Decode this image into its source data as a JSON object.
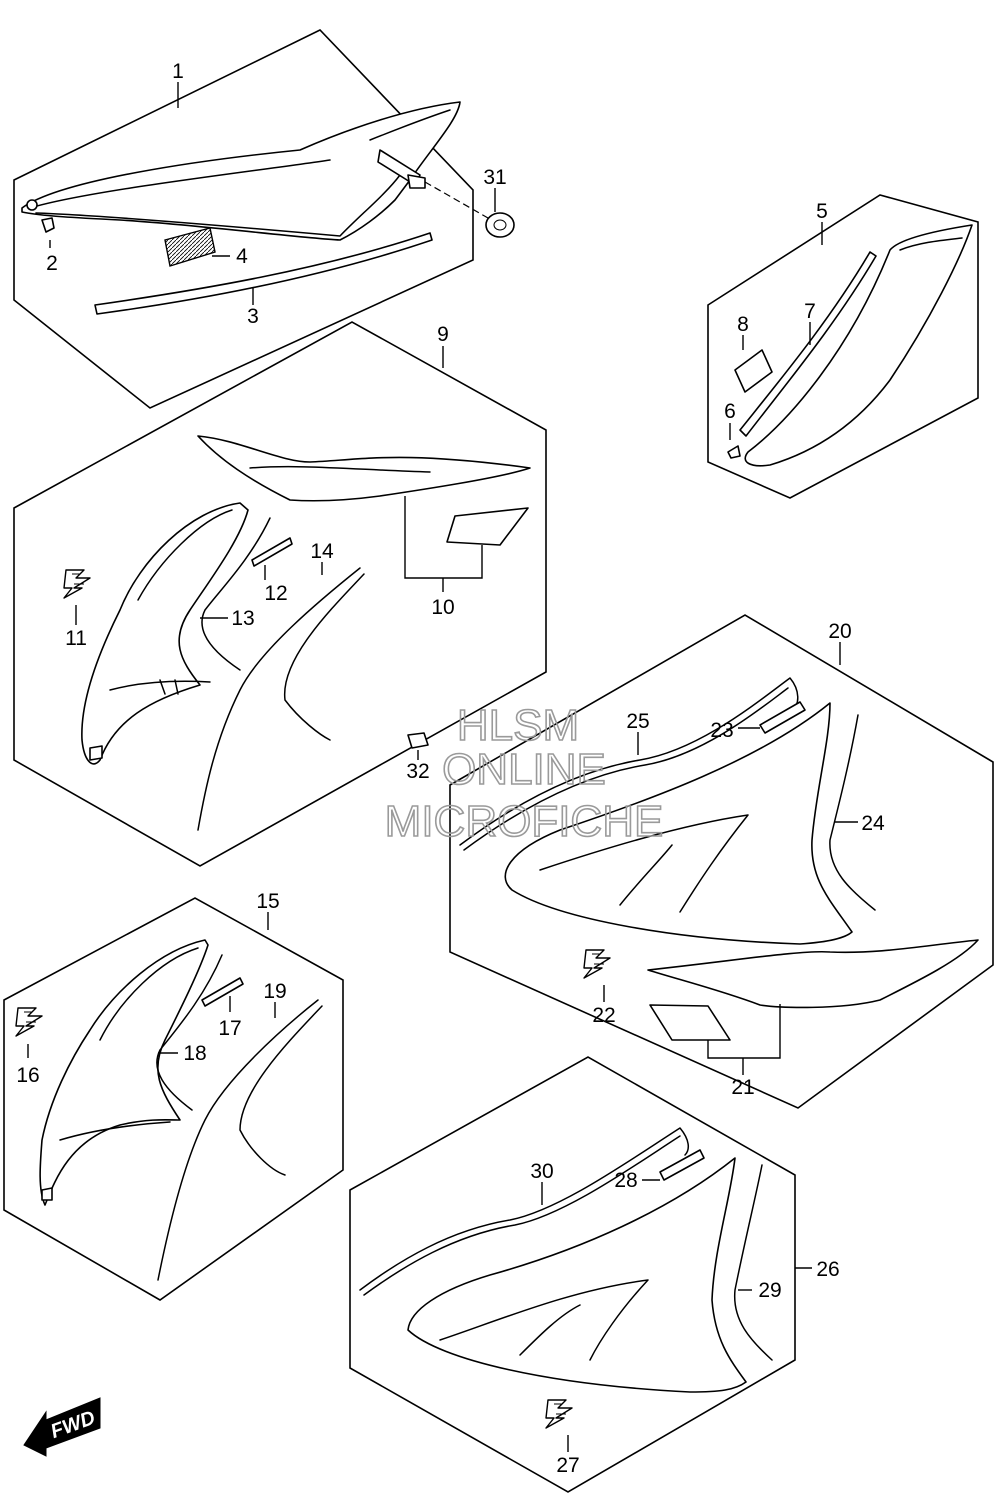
{
  "watermark": {
    "line1": "HLSM",
    "line2": "ONLINE",
    "line3": "MICROFICHE"
  },
  "fwd_label": "FWD",
  "callouts": {
    "c1": "1",
    "c2": "2",
    "c3": "3",
    "c4": "4",
    "c5": "5",
    "c6": "6",
    "c7": "7",
    "c8": "8",
    "c9": "9",
    "c10": "10",
    "c11": "11",
    "c12": "12",
    "c13": "13",
    "c14": "14",
    "c15": "15",
    "c16": "16",
    "c17": "17",
    "c18": "18",
    "c19": "19",
    "c20": "20",
    "c21": "21",
    "c22": "22",
    "c23": "23",
    "c24": "24",
    "c25": "25",
    "c26": "26",
    "c27": "27",
    "c28": "28",
    "c29": "29",
    "c30": "30",
    "c31": "31",
    "c32": "32"
  },
  "icons": {
    "suzuki_emblem": "suzuki-s-emblem-icon",
    "fwd_arrow": "fwd-arrow-icon"
  }
}
